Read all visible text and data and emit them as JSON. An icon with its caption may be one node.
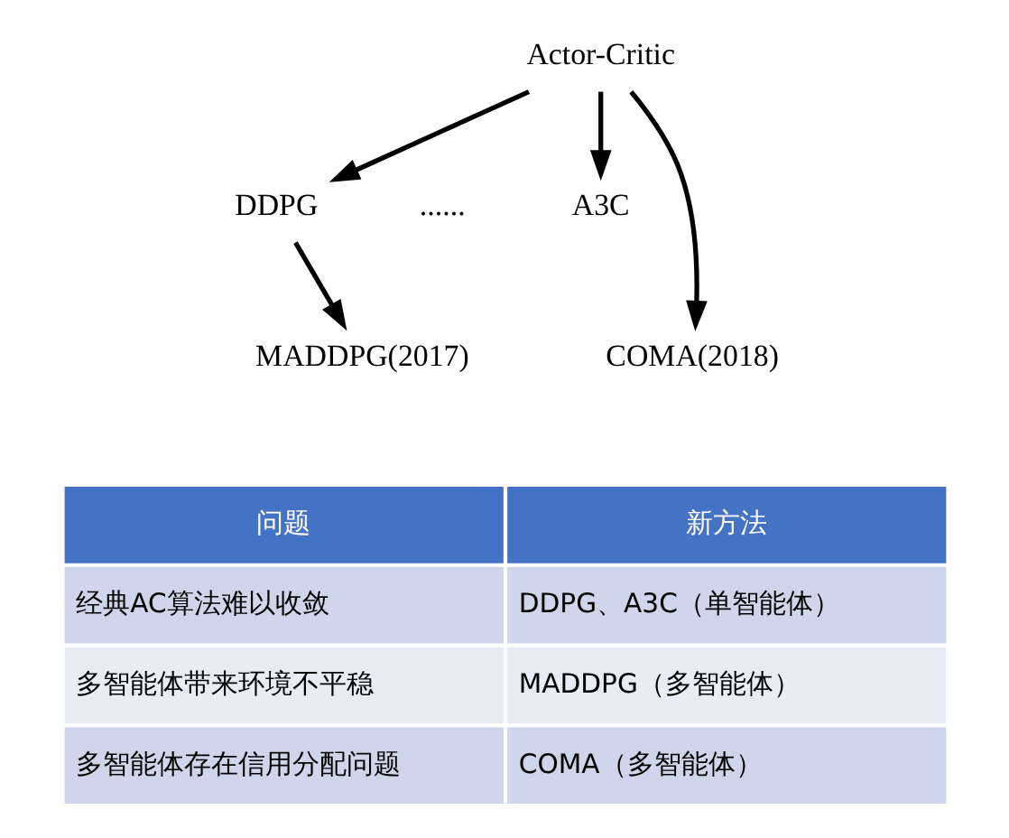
{
  "diagram": {
    "nodes": [
      {
        "text": [
          "Actor-Critic"
        ]
      },
      {
        "text": [
          "DDPG"
        ]
      },
      {
        "text": [
          "A3C"
        ]
      },
      {
        "text": [
          "MADDPG(2017)"
        ]
      },
      {
        "text": [
          "COMA(2018)"
        ]
      }
    ],
    "edges": [
      {
        "from": 0,
        "to": 1,
        "arrow": "to"
      },
      {
        "from": 0,
        "to": 2,
        "arrow": "to"
      },
      {
        "from": 0,
        "to": 4,
        "arrow": "to"
      },
      {
        "from": 1,
        "to": 3,
        "arrow": "to"
      }
    ],
    "labels": [
      "......",
      "问题",
      "新方法",
      "经典AC算法难以收敛",
      "DDPG、A3C（单智能体）",
      "多智能体带来环境不平稳",
      "MADDPG（多智能体）",
      "多智能体存在信用分配问题",
      "COMA（多智能体）"
    ]
  }
}
